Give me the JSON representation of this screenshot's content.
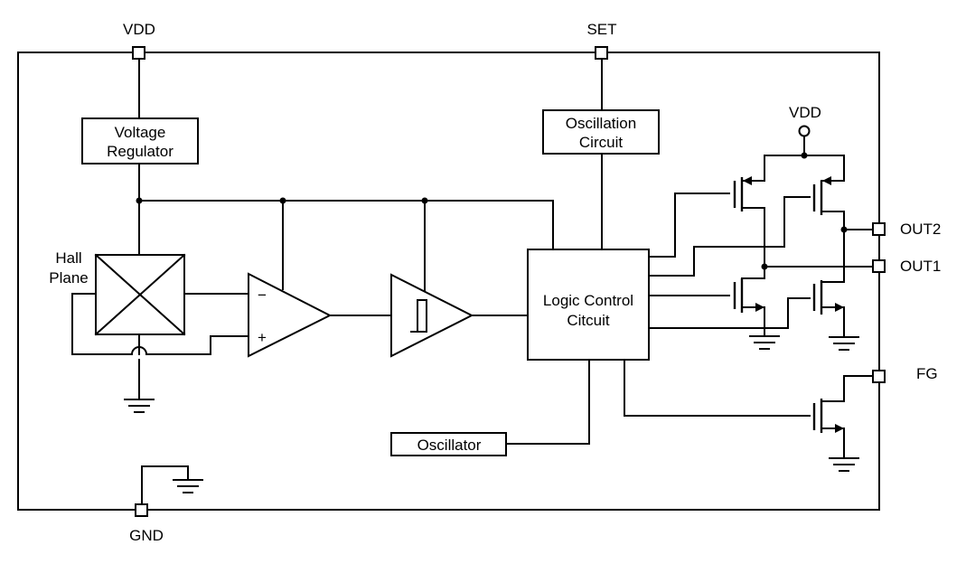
{
  "pins": {
    "vdd": "VDD",
    "set": "SET",
    "gnd": "GND",
    "out1": "OUT1",
    "out2": "OUT2",
    "fg": "FG"
  },
  "blocks": {
    "voltage_regulator": [
      "Voltage",
      "Regulator"
    ],
    "oscillation_circuit": [
      "Oscillation",
      "Circuit"
    ],
    "hall_plane": [
      "Hall",
      "Plane"
    ],
    "logic_control": [
      "Logic Control",
      "Citcuit"
    ],
    "oscillator": "Oscillator"
  },
  "labels": {
    "vdd_internal": "VDD",
    "amp_minus": "−",
    "amp_plus": "+"
  }
}
